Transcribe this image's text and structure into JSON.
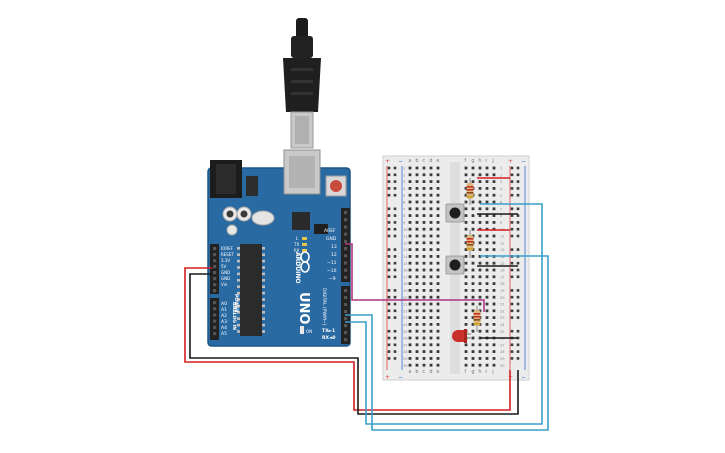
{
  "arduino": {
    "brand": "ARDUINO",
    "model": "UNO",
    "aref": "AREF",
    "gnd": "GND",
    "pin13": "13",
    "pin12": "12",
    "pin11": "~11",
    "pin10": "~10",
    "pin9": "~9",
    "digital_label": "DIGITAL (PWM~)",
    "tx": "TX►1",
    "rx": "RX◄0",
    "power_label": "POWER",
    "analog_label": "ANALOG IN",
    "ioref": "IOREF",
    "reset": "RESET",
    "v33": "3.3V",
    "v5": "5V",
    "gnd1": "GND",
    "gnd2": "GND",
    "vin": "Vin",
    "analog_pins": [
      "A0",
      "A1",
      "A2",
      "A3",
      "A4",
      "A5"
    ],
    "led_l": "L",
    "led_tx": "TX",
    "led_rx": "RX",
    "on_label": "ON",
    "colors": {
      "board": "#2a6aa3",
      "board_edge": "#1e5484",
      "chip": "#2b2b2b",
      "header": "#222222"
    }
  },
  "breadboard": {
    "cols_left": [
      "a",
      "b",
      "c",
      "d",
      "e"
    ],
    "cols_right": [
      "f",
      "g",
      "h",
      "i",
      "j"
    ],
    "plus": "+",
    "minus": "−",
    "row_numbers": [
      "1",
      "2",
      "3",
      "4",
      "5",
      "6",
      "7",
      "8",
      "9",
      "10",
      "11",
      "12",
      "13",
      "14",
      "15",
      "16",
      "17",
      "18",
      "19",
      "20",
      "21",
      "22",
      "23",
      "24",
      "25",
      "26",
      "27",
      "28",
      "29",
      "30"
    ],
    "colors": {
      "body": "#ececec",
      "hole": "#3a3a3a",
      "rail_red": "#e04040",
      "rail_blue": "#2d6fd6"
    }
  },
  "wires": {
    "colors": {
      "red": "#d41f1f",
      "black": "#1a1a1a",
      "cyan": "#3aa0c8",
      "magenta": "#b0357f",
      "dark": "#333333"
    }
  }
}
